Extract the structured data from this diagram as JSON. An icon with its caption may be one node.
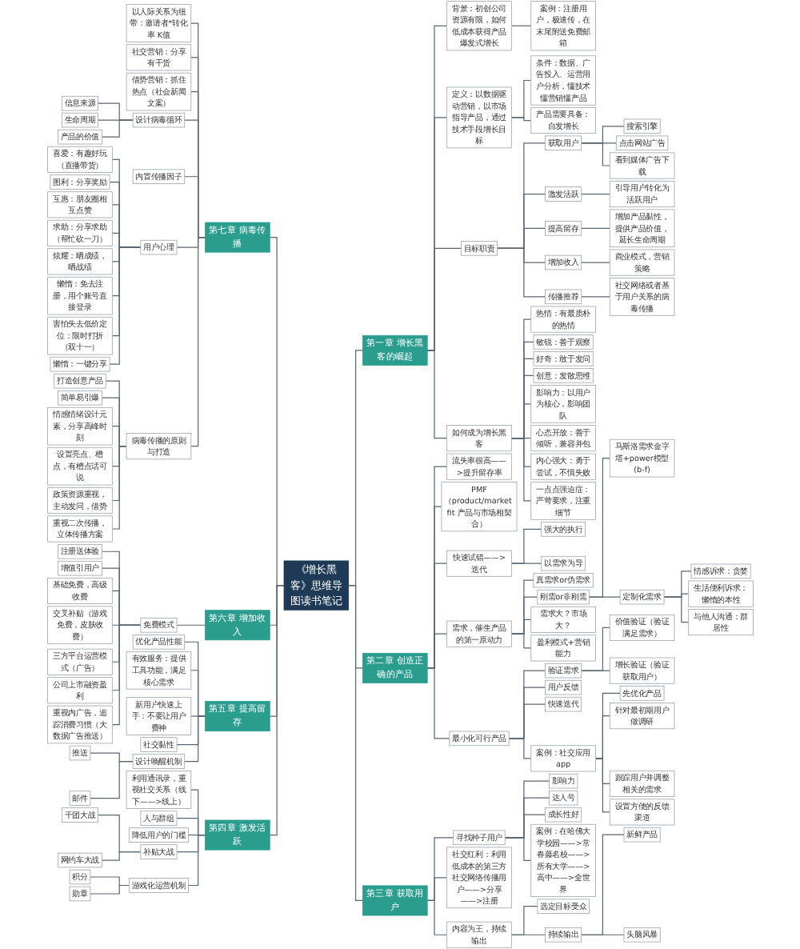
{
  "diagram": {
    "nodes": [
      {
        "text": [
          "《增长黑客》思维导图读书笔记"
        ]
      },
      {
        "text": [
          "第一章 增长黑客的崛起"
        ]
      },
      {
        "text": [
          "背景：初创公司资源有限，如何低成本获得产品爆发式增长"
        ]
      },
      {
        "text": [
          "案例：注册用户，极速传，在末尾附送免费邮箱"
        ]
      },
      {
        "text": [
          "定义：以数据驱动营销，以市场指导产品，通过技术手段增长目标"
        ]
      },
      {
        "text": [
          "条件：数据、广告投入、运营用户分析，懂技术懂营销懂产品"
        ]
      },
      {
        "text": [
          "产品需要具备：自发增长"
        ]
      },
      {
        "text": [
          "目标职责"
        ]
      },
      {
        "text": [
          "获取用户"
        ]
      },
      {
        "text": [
          "搜索引擎"
        ]
      },
      {
        "text": [
          "点击网站广告"
        ]
      },
      {
        "text": [
          "看到媒体广告下载"
        ]
      },
      {
        "text": [
          "激发活跃"
        ]
      },
      {
        "text": [
          "引导用户转化为活跃用户"
        ]
      },
      {
        "text": [
          "提高留存"
        ]
      },
      {
        "text": [
          "增加产品黏性，提供产品价值，延长生命周期"
        ]
      },
      {
        "text": [
          "增加收入"
        ]
      },
      {
        "text": [
          "商业模式，营销策略"
        ]
      },
      {
        "text": [
          "传播推荐"
        ]
      },
      {
        "text": [
          "社交网络或者基于用户关系的病毒传播"
        ]
      },
      {
        "text": [
          "如何成为增长黑客"
        ]
      },
      {
        "text": [
          "热情：有最质朴的热情"
        ]
      },
      {
        "text": [
          "敏锐：善于观察"
        ]
      },
      {
        "text": [
          "好奇：敢于发问"
        ]
      },
      {
        "text": [
          "创意：发散思维"
        ]
      },
      {
        "text": [
          "影响力：以用户为核心，影响团队"
        ]
      },
      {
        "text": [
          "心态开放：善于倾听，兼容并包"
        ]
      },
      {
        "text": [
          "内心强大：勇于尝试，不惧失败"
        ]
      },
      {
        "text": [
          "一点点强迫症：严苛要求，注重细节"
        ]
      },
      {
        "text": [
          "第二章 创造正确的产品"
        ]
      },
      {
        "text": [
          "流失率很高——>提升留存率"
        ]
      },
      {
        "text": [
          "PMF（product/market fit 产品与市场相契合）"
        ]
      },
      {
        "text": [
          "快速试错——>迭代"
        ]
      },
      {
        "text": [
          "强大的执行"
        ]
      },
      {
        "text": [
          "以需求为导"
        ]
      },
      {
        "text": [
          "需求，催生产品的第一原动力"
        ]
      },
      {
        "text": [
          "真需求or伪需求"
        ]
      },
      {
        "text": [
          "刚需or非刚需"
        ]
      },
      {
        "text": [
          "马斯洛需求金字塔+power模型(b-f)"
        ]
      },
      {
        "text": [
          "定制化需求"
        ]
      },
      {
        "text": [
          "情感诉求：贪婪"
        ]
      },
      {
        "text": [
          "生活便利诉求：懒惰的本性"
        ]
      },
      {
        "text": [
          "与他人沟通：群居性"
        ]
      },
      {
        "text": [
          "需求大？市场大？"
        ]
      },
      {
        "text": [
          "盈利模式+营销能力"
        ]
      },
      {
        "text": [
          "最小化可行产品"
        ]
      },
      {
        "text": [
          "验证需求"
        ]
      },
      {
        "text": [
          "价值验证（验证满足需求）"
        ]
      },
      {
        "text": [
          "增长验证（验证获取用户）"
        ]
      },
      {
        "text": [
          "用户反馈"
        ]
      },
      {
        "text": [
          "快速迭代"
        ]
      },
      {
        "text": [
          "案例：社交应用app"
        ]
      },
      {
        "text": [
          "先优化产品"
        ]
      },
      {
        "text": [
          "针对最初期用户做调研"
        ]
      },
      {
        "text": [
          "跟踪用户并调整相关的需求"
        ]
      },
      {
        "text": [
          "设置方便的反馈渠道"
        ]
      },
      {
        "text": [
          "第三章 获取用户"
        ]
      },
      {
        "text": [
          "寻找种子用户"
        ]
      },
      {
        "text": [
          "影响力"
        ]
      },
      {
        "text": [
          "达人号"
        ]
      },
      {
        "text": [
          "成长性好"
        ]
      },
      {
        "text": [
          "案例：在哈佛大学校园——>常春藤名校——>所有大学——>高中——>全世界"
        ]
      },
      {
        "text": [
          "社交红利：利用低成本的第三方社交网络传播用户——>分享——>注册"
        ]
      },
      {
        "text": [
          "内容为王，持续输出"
        ]
      },
      {
        "text": [
          "选定目标受众"
        ]
      },
      {
        "text": [
          "持续输出"
        ]
      },
      {
        "text": [
          "新鲜产品"
        ]
      },
      {
        "text": [
          "头脑风暴"
        ]
      },
      {
        "text": [
          "第七章 病毒传播"
        ]
      },
      {
        "text": [
          "以人际关系为纽带：邀请者*转化率 K值"
        ]
      },
      {
        "text": [
          "社交营销：分享有干货"
        ]
      },
      {
        "text": [
          "借势营销：抓住热点（社会新闻文案）"
        ]
      },
      {
        "text": [
          "设计病毒循环"
        ]
      },
      {
        "text": [
          "信息来源"
        ]
      },
      {
        "text": [
          "生命周期"
        ]
      },
      {
        "text": [
          "产品的价值"
        ]
      },
      {
        "text": [
          "内置传播因子"
        ]
      },
      {
        "text": [
          "用户心理"
        ]
      },
      {
        "text": [
          "喜爱：有趣好玩（直播带货）"
        ]
      },
      {
        "text": [
          "图利：分享奖励"
        ]
      },
      {
        "text": [
          "互惠：朋友圈相互点赞"
        ]
      },
      {
        "text": [
          "求助：分享求助（帮忙砍一刀）"
        ]
      },
      {
        "text": [
          "炫耀：晒成绩，晒战绩"
        ]
      },
      {
        "text": [
          "懒惰：免去注册，用个账号直接登录"
        ]
      },
      {
        "text": [
          "害怕失去低价定位：限时打折（双十一）"
        ]
      },
      {
        "text": [
          "懒惰：一键分享"
        ]
      },
      {
        "text": [
          "病毒传播的原则与打造"
        ]
      },
      {
        "text": [
          "打造创意产品"
        ]
      },
      {
        "text": [
          "简单易引爆"
        ]
      },
      {
        "text": [
          "情感情绪设计元素，分享高峰时刻"
        ]
      },
      {
        "text": [
          "设置亮点、槽点，有槽点话可说"
        ]
      },
      {
        "text": [
          "政策资源重视，主动发问，借势"
        ]
      },
      {
        "text": [
          "重视二次传播，立体传播方案"
        ]
      },
      {
        "text": [
          "第六章 增加收入"
        ]
      },
      {
        "text": [
          "免费模式"
        ]
      },
      {
        "text": [
          "注册送体验"
        ]
      },
      {
        "text": [
          "增值引用户"
        ]
      },
      {
        "text": [
          "基础免费，高级收费"
        ]
      },
      {
        "text": [
          "交叉补贴（游戏免费，皮肤收费）"
        ]
      },
      {
        "text": [
          "三方平台运营模式（广告）"
        ]
      },
      {
        "text": [
          "公司上市融资盈利"
        ]
      },
      {
        "text": [
          "重视内广告，追踪消费习惯（大数据广告推送）"
        ]
      },
      {
        "text": [
          "第五章 提高留存"
        ]
      },
      {
        "text": [
          "优化产品性能"
        ]
      },
      {
        "text": [
          "有效服务：提供工具功能，满足核心需求"
        ]
      },
      {
        "text": [
          "新用户快速上手：不要让用户费神"
        ]
      },
      {
        "text": [
          "社交黏性"
        ]
      },
      {
        "text": [
          "设计唤醒机制"
        ]
      },
      {
        "text": [
          "推送"
        ]
      },
      {
        "text": [
          "邮件"
        ]
      },
      {
        "text": [
          "第四章 激发活跃"
        ]
      },
      {
        "text": [
          "利用通讯录，重视社交关系（线下——>线上）"
        ]
      },
      {
        "text": [
          "人与群组"
        ]
      },
      {
        "text": [
          "降低用户的门槛"
        ]
      },
      {
        "text": [
          "补贴大战"
        ]
      },
      {
        "text": [
          "千团大战"
        ]
      },
      {
        "text": [
          "网约车大战"
        ]
      },
      {
        "text": [
          "游戏化运营机制"
        ]
      },
      {
        "text": [
          "积分"
        ]
      },
      {
        "text": [
          "勋章"
        ]
      }
    ],
    "edges": [
      {
        "from": 0,
        "to": 1,
        "arrow": "none"
      },
      {
        "from": 1,
        "to": 2,
        "arrow": "none"
      },
      {
        "from": 2,
        "to": 3,
        "arrow": "none"
      },
      {
        "from": 1,
        "to": 4,
        "arrow": "none"
      },
      {
        "from": 4,
        "to": 5,
        "arrow": "none"
      },
      {
        "from": 4,
        "to": 6,
        "arrow": "none"
      },
      {
        "from": 1,
        "to": 7,
        "arrow": "none"
      },
      {
        "from": 7,
        "to": 8,
        "arrow": "none"
      },
      {
        "from": 8,
        "to": 9,
        "arrow": "none"
      },
      {
        "from": 8,
        "to": 10,
        "arrow": "none"
      },
      {
        "from": 8,
        "to": 11,
        "arrow": "none"
      },
      {
        "from": 7,
        "to": 12,
        "arrow": "none"
      },
      {
        "from": 12,
        "to": 13,
        "arrow": "none"
      },
      {
        "from": 7,
        "to": 14,
        "arrow": "none"
      },
      {
        "from": 14,
        "to": 15,
        "arrow": "none"
      },
      {
        "from": 7,
        "to": 16,
        "arrow": "none"
      },
      {
        "from": 16,
        "to": 17,
        "arrow": "none"
      },
      {
        "from": 7,
        "to": 18,
        "arrow": "none"
      },
      {
        "from": 18,
        "to": 19,
        "arrow": "none"
      },
      {
        "from": 1,
        "to": 20,
        "arrow": "none"
      },
      {
        "from": 20,
        "to": 21,
        "arrow": "none"
      },
      {
        "from": 20,
        "to": 22,
        "arrow": "none"
      },
      {
        "from": 20,
        "to": 23,
        "arrow": "none"
      },
      {
        "from": 20,
        "to": 24,
        "arrow": "none"
      },
      {
        "from": 20,
        "to": 25,
        "arrow": "none"
      },
      {
        "from": 20,
        "to": 26,
        "arrow": "none"
      },
      {
        "from": 20,
        "to": 27,
        "arrow": "none"
      },
      {
        "from": 20,
        "to": 28,
        "arrow": "none"
      },
      {
        "from": 0,
        "to": 29,
        "arrow": "none"
      },
      {
        "from": 29,
        "to": 30,
        "arrow": "none"
      },
      {
        "from": 29,
        "to": 31,
        "arrow": "none"
      },
      {
        "from": 29,
        "to": 32,
        "arrow": "none"
      },
      {
        "from": 32,
        "to": 33,
        "arrow": "none"
      },
      {
        "from": 32,
        "to": 34,
        "arrow": "none"
      },
      {
        "from": 29,
        "to": 35,
        "arrow": "none"
      },
      {
        "from": 35,
        "to": 36,
        "arrow": "none"
      },
      {
        "from": 35,
        "to": 37,
        "arrow": "none"
      },
      {
        "from": 37,
        "to": 38,
        "arrow": "none"
      },
      {
        "from": 37,
        "to": 39,
        "arrow": "none"
      },
      {
        "from": 39,
        "to": 40,
        "arrow": "none"
      },
      {
        "from": 39,
        "to": 41,
        "arrow": "none"
      },
      {
        "from": 39,
        "to": 42,
        "arrow": "none"
      },
      {
        "from": 35,
        "to": 43,
        "arrow": "none"
      },
      {
        "from": 35,
        "to": 44,
        "arrow": "none"
      },
      {
        "from": 29,
        "to": 45,
        "arrow": "none"
      },
      {
        "from": 45,
        "to": 46,
        "arrow": "none"
      },
      {
        "from": 46,
        "to": 47,
        "arrow": "none"
      },
      {
        "from": 46,
        "to": 48,
        "arrow": "none"
      },
      {
        "from": 45,
        "to": 49,
        "arrow": "none"
      },
      {
        "from": 45,
        "to": 50,
        "arrow": "none"
      },
      {
        "from": 45,
        "to": 51,
        "arrow": "none"
      },
      {
        "from": 51,
        "to": 52,
        "arrow": "none"
      },
      {
        "from": 51,
        "to": 53,
        "arrow": "none"
      },
      {
        "from": 51,
        "to": 54,
        "arrow": "none"
      },
      {
        "from": 51,
        "to": 55,
        "arrow": "none"
      },
      {
        "from": 0,
        "to": 56,
        "arrow": "none"
      },
      {
        "from": 56,
        "to": 57,
        "arrow": "none"
      },
      {
        "from": 57,
        "to": 58,
        "arrow": "none"
      },
      {
        "from": 57,
        "to": 59,
        "arrow": "none"
      },
      {
        "from": 57,
        "to": 60,
        "arrow": "none"
      },
      {
        "from": 57,
        "to": 61,
        "arrow": "none"
      },
      {
        "from": 56,
        "to": 62,
        "arrow": "none"
      },
      {
        "from": 56,
        "to": 63,
        "arrow": "none"
      },
      {
        "from": 63,
        "to": 64,
        "arrow": "none"
      },
      {
        "from": 63,
        "to": 65,
        "arrow": "none"
      },
      {
        "from": 65,
        "to": 66,
        "arrow": "none"
      },
      {
        "from": 65,
        "to": 67,
        "arrow": "none"
      },
      {
        "from": 0,
        "to": 68,
        "arrow": "none"
      },
      {
        "from": 68,
        "to": 69,
        "arrow": "none"
      },
      {
        "from": 68,
        "to": 70,
        "arrow": "none"
      },
      {
        "from": 68,
        "to": 71,
        "arrow": "none"
      },
      {
        "from": 68,
        "to": 72,
        "arrow": "none"
      },
      {
        "from": 72,
        "to": 73,
        "arrow": "none"
      },
      {
        "from": 72,
        "to": 74,
        "arrow": "none"
      },
      {
        "from": 72,
        "to": 75,
        "arrow": "none"
      },
      {
        "from": 68,
        "to": 76,
        "arrow": "none"
      },
      {
        "from": 68,
        "to": 77,
        "arrow": "none"
      },
      {
        "from": 77,
        "to": 78,
        "arrow": "none"
      },
      {
        "from": 77,
        "to": 79,
        "arrow": "none"
      },
      {
        "from": 77,
        "to": 80,
        "arrow": "none"
      },
      {
        "from": 77,
        "to": 81,
        "arrow": "none"
      },
      {
        "from": 77,
        "to": 82,
        "arrow": "none"
      },
      {
        "from": 77,
        "to": 83,
        "arrow": "none"
      },
      {
        "from": 77,
        "to": 84,
        "arrow": "none"
      },
      {
        "from": 77,
        "to": 85,
        "arrow": "none"
      },
      {
        "from": 68,
        "to": 86,
        "arrow": "none"
      },
      {
        "from": 86,
        "to": 87,
        "arrow": "none"
      },
      {
        "from": 86,
        "to": 88,
        "arrow": "none"
      },
      {
        "from": 86,
        "to": 89,
        "arrow": "none"
      },
      {
        "from": 86,
        "to": 90,
        "arrow": "none"
      },
      {
        "from": 86,
        "to": 91,
        "arrow": "none"
      },
      {
        "from": 86,
        "to": 92,
        "arrow": "none"
      },
      {
        "from": 0,
        "to": 93,
        "arrow": "none"
      },
      {
        "from": 93,
        "to": 94,
        "arrow": "none"
      },
      {
        "from": 94,
        "to": 95,
        "arrow": "none"
      },
      {
        "from": 94,
        "to": 96,
        "arrow": "none"
      },
      {
        "from": 94,
        "to": 97,
        "arrow": "none"
      },
      {
        "from": 94,
        "to": 98,
        "arrow": "none"
      },
      {
        "from": 94,
        "to": 99,
        "arrow": "none"
      },
      {
        "from": 94,
        "to": 100,
        "arrow": "none"
      },
      {
        "from": 94,
        "to": 101,
        "arrow": "none"
      },
      {
        "from": 0,
        "to": 102,
        "arrow": "none"
      },
      {
        "from": 102,
        "to": 103,
        "arrow": "none"
      },
      {
        "from": 102,
        "to": 104,
        "arrow": "none"
      },
      {
        "from": 102,
        "to": 105,
        "arrow": "none"
      },
      {
        "from": 102,
        "to": 106,
        "arrow": "none"
      },
      {
        "from": 102,
        "to": 107,
        "arrow": "none"
      },
      {
        "from": 107,
        "to": 108,
        "arrow": "none"
      },
      {
        "from": 107,
        "to": 109,
        "arrow": "none"
      },
      {
        "from": 0,
        "to": 110,
        "arrow": "none"
      },
      {
        "from": 110,
        "to": 111,
        "arrow": "none"
      },
      {
        "from": 110,
        "to": 112,
        "arrow": "none"
      },
      {
        "from": 110,
        "to": 113,
        "arrow": "none"
      },
      {
        "from": 110,
        "to": 114,
        "arrow": "none"
      },
      {
        "from": 114,
        "to": 115,
        "arrow": "none"
      },
      {
        "from": 114,
        "to": 116,
        "arrow": "none"
      },
      {
        "from": 110,
        "to": 117,
        "arrow": "none"
      },
      {
        "from": 117,
        "to": 118,
        "arrow": "none"
      },
      {
        "from": 117,
        "to": 119,
        "arrow": "none"
      }
    ]
  }
}
